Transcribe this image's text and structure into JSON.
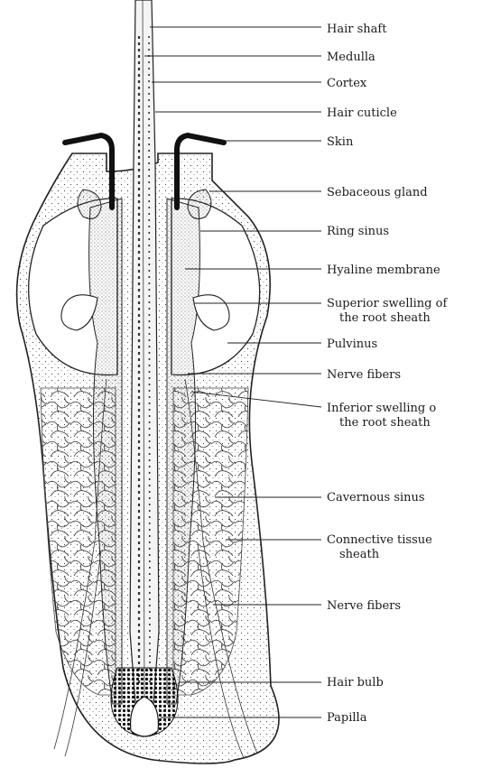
{
  "figure": {
    "labels": [
      {
        "id": "hair-shaft",
        "lines": [
          "Hair shaft"
        ]
      },
      {
        "id": "medulla",
        "lines": [
          "Medulla"
        ]
      },
      {
        "id": "cortex",
        "lines": [
          "Cortex"
        ]
      },
      {
        "id": "hair-cuticle",
        "lines": [
          "Hair cuticle"
        ]
      },
      {
        "id": "skin",
        "lines": [
          "Skin"
        ]
      },
      {
        "id": "sebaceous-gland",
        "lines": [
          "Sebaceous gland"
        ]
      },
      {
        "id": "ring-sinus",
        "lines": [
          "Ring sinus"
        ]
      },
      {
        "id": "hyaline-membrane",
        "lines": [
          "Hyaline membrane"
        ]
      },
      {
        "id": "superior-swelling",
        "lines": [
          "Superior swelling of",
          "the root sheath"
        ]
      },
      {
        "id": "pulvinus",
        "lines": [
          "Pulvinus"
        ]
      },
      {
        "id": "nerve-fibers-upper",
        "lines": [
          "Nerve fibers"
        ]
      },
      {
        "id": "inferior-swelling",
        "lines": [
          "Inferior swelling o",
          "the root sheath"
        ]
      },
      {
        "id": "cavernous-sinus",
        "lines": [
          "Cavernous sinus"
        ]
      },
      {
        "id": "connective-tissue-sheath",
        "lines": [
          "Connective tissue",
          "sheath"
        ]
      },
      {
        "id": "nerve-fibers-lower",
        "lines": [
          "Nerve fibers"
        ]
      },
      {
        "id": "hair-bulb",
        "lines": [
          "Hair bulb"
        ]
      },
      {
        "id": "papilla",
        "lines": [
          "Papilla"
        ]
      }
    ],
    "colors": {
      "ink": "#1a1a1a",
      "paper": "#ffffff",
      "skin": "#111111"
    }
  }
}
